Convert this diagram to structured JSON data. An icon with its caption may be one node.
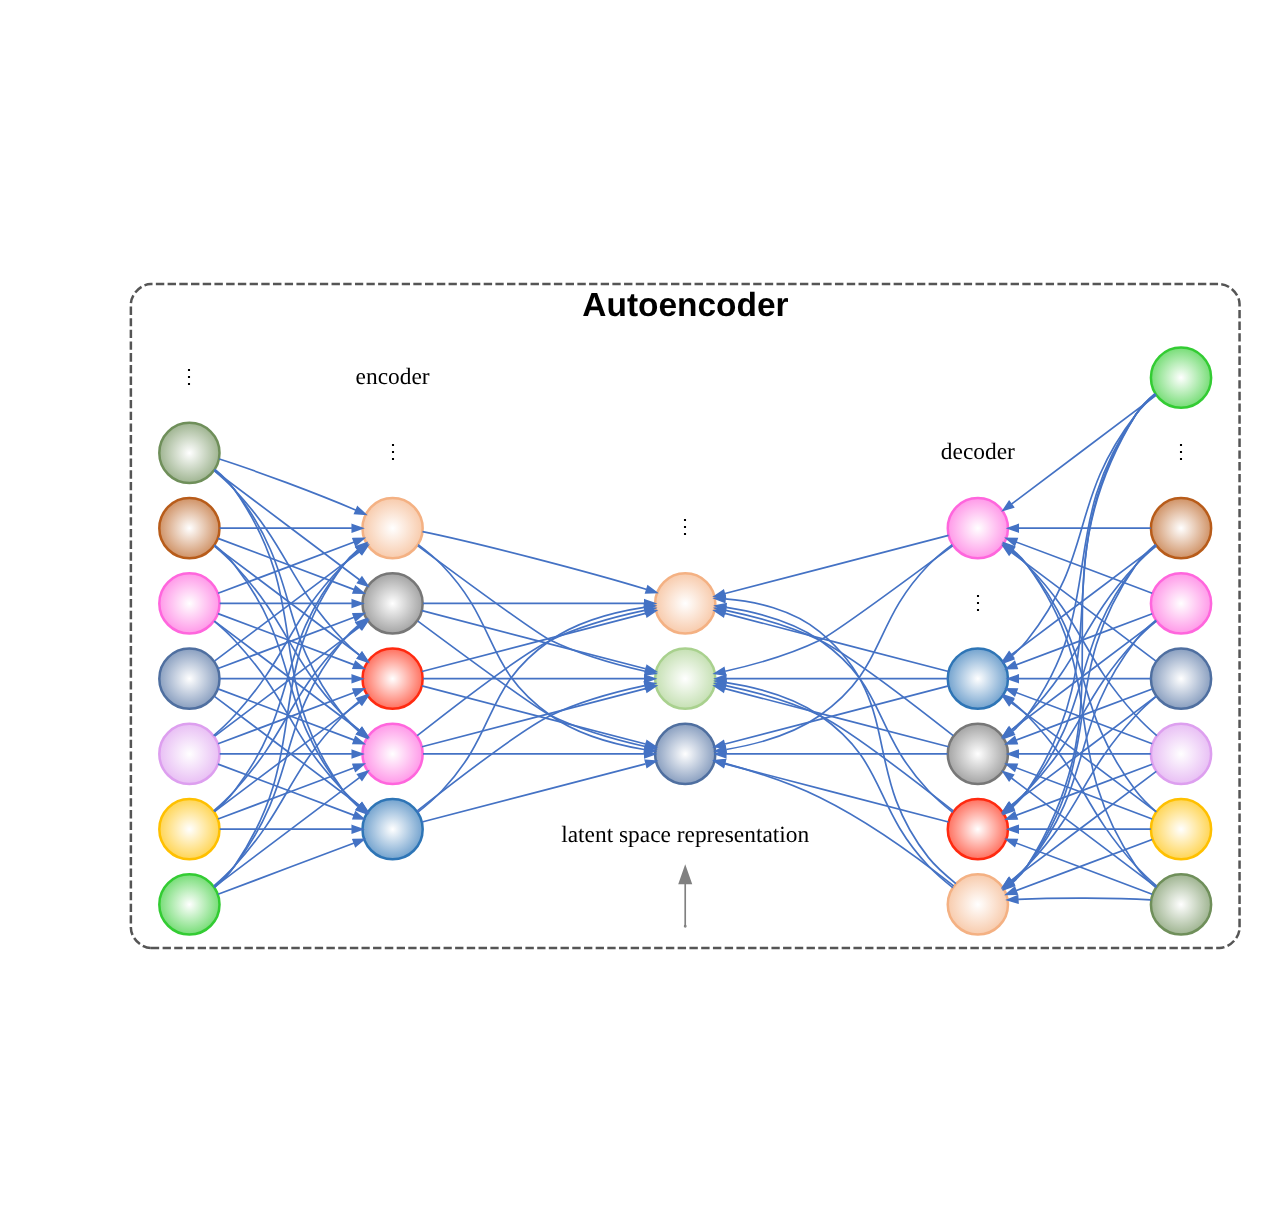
{
  "diagram": {
    "nodes": [
      {
        "text": [
          "Autoencoder"
        ]
      },
      {
        "text": [],
        "shape": "circle",
        "in": 0
      },
      {
        "text": [],
        "shape": "circle",
        "in": 0
      },
      {
        "text": [],
        "shape": "circle",
        "in": 0
      },
      {
        "text": [],
        "shape": "circle",
        "in": 0
      },
      {
        "text": [],
        "shape": "circle",
        "in": 0
      },
      {
        "text": [],
        "shape": "circle",
        "in": 0
      },
      {
        "text": [],
        "shape": "circle",
        "in": 0
      },
      {
        "text": [],
        "shape": "circle",
        "in": 0
      },
      {
        "text": [],
        "shape": "circle",
        "in": 0
      },
      {
        "text": [],
        "shape": "circle",
        "in": 0
      },
      {
        "text": [],
        "shape": "circle",
        "in": 0
      },
      {
        "text": [],
        "shape": "circle",
        "in": 0
      },
      {
        "text": [],
        "shape": "circle",
        "in": 0
      },
      {
        "text": [],
        "shape": "circle",
        "in": 0
      },
      {
        "text": [],
        "shape": "circle",
        "in": 0
      },
      {
        "text": [],
        "shape": "circle",
        "in": 0
      },
      {
        "text": [],
        "shape": "circle",
        "in": 0
      },
      {
        "text": [],
        "shape": "circle",
        "in": 0
      },
      {
        "text": [],
        "shape": "circle",
        "in": 0
      },
      {
        "text": [],
        "shape": "circle",
        "in": 0
      },
      {
        "text": [],
        "shape": "circle",
        "in": 0
      },
      {
        "text": [],
        "shape": "circle",
        "in": 0
      },
      {
        "text": [],
        "shape": "circle",
        "in": 0
      },
      {
        "text": [],
        "shape": "circle",
        "in": 0
      },
      {
        "text": [],
        "shape": "circle",
        "in": 0
      },
      {
        "text": [],
        "shape": "circle",
        "in": 0
      },
      {
        "text": [],
        "shape": "circle",
        "in": 0
      },
      {
        "text": [
          "latent space representation"
        ],
        "in": 0
      }
    ],
    "edges": [
      {
        "from": 1,
        "to": 8,
        "arrow": "to"
      },
      {
        "from": 1,
        "to": 9,
        "arrow": "to"
      },
      {
        "from": 1,
        "to": 10,
        "arrow": "to"
      },
      {
        "from": 1,
        "to": 11,
        "arrow": "to"
      },
      {
        "from": 1,
        "to": 12,
        "arrow": "to"
      },
      {
        "from": 2,
        "to": 8,
        "arrow": "to"
      },
      {
        "from": 2,
        "to": 9,
        "arrow": "to"
      },
      {
        "from": 2,
        "to": 10,
        "arrow": "to"
      },
      {
        "from": 2,
        "to": 11,
        "arrow": "to"
      },
      {
        "from": 2,
        "to": 12,
        "arrow": "to"
      },
      {
        "from": 3,
        "to": 8,
        "arrow": "to"
      },
      {
        "from": 3,
        "to": 9,
        "arrow": "to"
      },
      {
        "from": 3,
        "to": 10,
        "arrow": "to"
      },
      {
        "from": 3,
        "to": 11,
        "arrow": "to"
      },
      {
        "from": 3,
        "to": 12,
        "arrow": "to"
      },
      {
        "from": 4,
        "to": 8,
        "arrow": "to"
      },
      {
        "from": 4,
        "to": 9,
        "arrow": "to"
      },
      {
        "from": 4,
        "to": 10,
        "arrow": "to"
      },
      {
        "from": 4,
        "to": 11,
        "arrow": "to"
      },
      {
        "from": 4,
        "to": 12,
        "arrow": "to"
      },
      {
        "from": 5,
        "to": 8,
        "arrow": "to"
      },
      {
        "from": 5,
        "to": 9,
        "arrow": "to"
      },
      {
        "from": 5,
        "to": 10,
        "arrow": "to"
      },
      {
        "from": 5,
        "to": 11,
        "arrow": "to"
      },
      {
        "from": 5,
        "to": 12,
        "arrow": "to"
      },
      {
        "from": 6,
        "to": 8,
        "arrow": "to"
      },
      {
        "from": 6,
        "to": 9,
        "arrow": "to"
      },
      {
        "from": 6,
        "to": 10,
        "arrow": "to"
      },
      {
        "from": 6,
        "to": 11,
        "arrow": "to"
      },
      {
        "from": 6,
        "to": 12,
        "arrow": "to"
      },
      {
        "from": 7,
        "to": 8,
        "arrow": "to"
      },
      {
        "from": 7,
        "to": 9,
        "arrow": "to"
      },
      {
        "from": 7,
        "to": 10,
        "arrow": "to"
      },
      {
        "from": 7,
        "to": 11,
        "arrow": "to"
      },
      {
        "from": 7,
        "to": 12,
        "arrow": "to"
      },
      {
        "from": 8,
        "to": 13,
        "arrow": "to"
      },
      {
        "from": 8,
        "to": 14,
        "arrow": "to"
      },
      {
        "from": 8,
        "to": 15,
        "arrow": "to"
      },
      {
        "from": 9,
        "to": 13,
        "arrow": "to"
      },
      {
        "from": 9,
        "to": 14,
        "arrow": "to"
      },
      {
        "from": 9,
        "to": 15,
        "arrow": "to"
      },
      {
        "from": 10,
        "to": 13,
        "arrow": "to"
      },
      {
        "from": 10,
        "to": 14,
        "arrow": "to"
      },
      {
        "from": 10,
        "to": 15,
        "arrow": "to"
      },
      {
        "from": 11,
        "to": 13,
        "arrow": "to"
      },
      {
        "from": 11,
        "to": 14,
        "arrow": "to"
      },
      {
        "from": 11,
        "to": 15,
        "arrow": "to"
      },
      {
        "from": 12,
        "to": 13,
        "arrow": "to"
      },
      {
        "from": 12,
        "to": 14,
        "arrow": "to"
      },
      {
        "from": 12,
        "to": 15,
        "arrow": "to"
      },
      {
        "from": 16,
        "to": 13,
        "arrow": "to"
      },
      {
        "from": 16,
        "to": 14,
        "arrow": "to"
      },
      {
        "from": 16,
        "to": 15,
        "arrow": "to"
      },
      {
        "from": 17,
        "to": 13,
        "arrow": "to"
      },
      {
        "from": 17,
        "to": 14,
        "arrow": "to"
      },
      {
        "from": 17,
        "to": 15,
        "arrow": "to"
      },
      {
        "from": 18,
        "to": 13,
        "arrow": "to"
      },
      {
        "from": 18,
        "to": 14,
        "arrow": "to"
      },
      {
        "from": 18,
        "to": 15,
        "arrow": "to"
      },
      {
        "from": 19,
        "to": 13,
        "arrow": "to"
      },
      {
        "from": 19,
        "to": 14,
        "arrow": "to"
      },
      {
        "from": 19,
        "to": 15,
        "arrow": "to"
      },
      {
        "from": 20,
        "to": 13,
        "arrow": "to"
      },
      {
        "from": 20,
        "to": 14,
        "arrow": "to"
      },
      {
        "from": 20,
        "to": 15,
        "arrow": "to"
      },
      {
        "from": 21,
        "to": 16,
        "arrow": "to"
      },
      {
        "from": 21,
        "to": 17,
        "arrow": "to"
      },
      {
        "from": 21,
        "to": 18,
        "arrow": "to"
      },
      {
        "from": 21,
        "to": 19,
        "arrow": "to"
      },
      {
        "from": 21,
        "to": 20,
        "arrow": "to"
      },
      {
        "from": 22,
        "to": 16,
        "arrow": "to"
      },
      {
        "from": 22,
        "to": 17,
        "arrow": "to"
      },
      {
        "from": 22,
        "to": 18,
        "arrow": "to"
      },
      {
        "from": 22,
        "to": 19,
        "arrow": "to"
      },
      {
        "from": 22,
        "to": 20,
        "arrow": "to"
      },
      {
        "from": 23,
        "to": 16,
        "arrow": "to"
      },
      {
        "from": 23,
        "to": 17,
        "arrow": "to"
      },
      {
        "from": 23,
        "to": 18,
        "arrow": "to"
      },
      {
        "from": 23,
        "to": 19,
        "arrow": "to"
      },
      {
        "from": 23,
        "to": 20,
        "arrow": "to"
      },
      {
        "from": 24,
        "to": 16,
        "arrow": "to"
      },
      {
        "from": 24,
        "to": 17,
        "arrow": "to"
      },
      {
        "from": 24,
        "to": 18,
        "arrow": "to"
      },
      {
        "from": 24,
        "to": 19,
        "arrow": "to"
      },
      {
        "from": 24,
        "to": 20,
        "arrow": "to"
      },
      {
        "from": 25,
        "to": 16,
        "arrow": "to"
      },
      {
        "from": 25,
        "to": 17,
        "arrow": "to"
      },
      {
        "from": 25,
        "to": 18,
        "arrow": "to"
      },
      {
        "from": 25,
        "to": 19,
        "arrow": "to"
      },
      {
        "from": 25,
        "to": 20,
        "arrow": "to"
      },
      {
        "from": 26,
        "to": 16,
        "arrow": "to"
      },
      {
        "from": 26,
        "to": 17,
        "arrow": "to"
      },
      {
        "from": 26,
        "to": 18,
        "arrow": "to"
      },
      {
        "from": 26,
        "to": 19,
        "arrow": "to"
      },
      {
        "from": 26,
        "to": 20,
        "arrow": "to"
      },
      {
        "from": 27,
        "to": 16,
        "arrow": "to"
      },
      {
        "from": 27,
        "to": 17,
        "arrow": "to"
      },
      {
        "from": 27,
        "to": 18,
        "arrow": "to"
      },
      {
        "from": 27,
        "to": 19,
        "arrow": "to"
      },
      {
        "from": 27,
        "to": 20,
        "arrow": "to"
      },
      {
        "from": null,
        "to": 28,
        "arrow": "to",
        "color": "#808080"
      }
    ],
    "labels": [
      "⋮",
      "⋮",
      "⋮",
      "⋮",
      "⋮",
      "encoder",
      "decoder"
    ]
  }
}
